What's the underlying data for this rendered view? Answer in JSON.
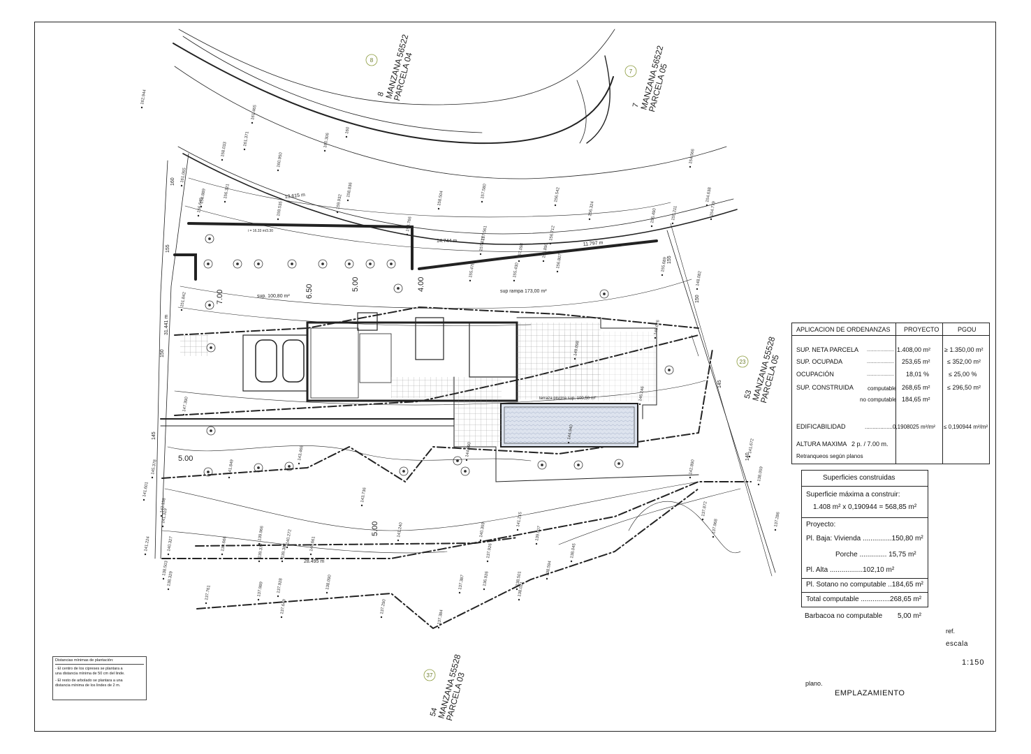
{
  "neighbors": [
    {
      "circle": "8",
      "number": "8",
      "manzana": "MANZANA 56522",
      "parcela": "PARCELA 04"
    },
    {
      "circle": "7",
      "number": "7",
      "manzana": "MANZANA 56522",
      "parcela": "PARCELA 05"
    },
    {
      "circle": "23",
      "number": "53",
      "manzana": "MANZANA 55528",
      "parcela": "PARCELA 05"
    },
    {
      "circle": "37",
      "number": "54",
      "manzana": "MANZANA 55528",
      "parcela": "PARCELA 03"
    }
  ],
  "plan_labels": {
    "sup_top": "sup. 100,80 m²",
    "sup_rampa": "sup rampa 173,00 m²",
    "terraza": "terraza piscina sup. 100,50 m²",
    "dims": [
      "7.00",
      "6.50",
      "5.00",
      "4.00",
      "5.00",
      "5.00"
    ],
    "lengths": [
      "13.615 m",
      "14.744 m",
      "11.797 m",
      "31.441 m",
      "28.495 m"
    ],
    "ramp_note": "i = 16.33 m/3.30",
    "contour_labels": [
      "160",
      "155",
      "150",
      "145",
      "140",
      "145",
      "150",
      "155"
    ]
  },
  "elevations": [
    "162.944",
    "161.465",
    "161.371",
    "160.950",
    "160.306",
    "160",
    "159.535",
    "158.889",
    "157.580",
    "157.561",
    "156.542",
    "155.478",
    "155.430",
    "156.324",
    "154.566",
    "154.638",
    "154.779",
    "156.645",
    "156.321",
    "161.065",
    "158.033",
    "159.932",
    "158.836",
    "158.766",
    "158.504",
    "157.877",
    "157.098",
    "156.712",
    "156.807",
    "156.890",
    "155.689",
    "155.490",
    "155.211",
    "151.842",
    "147.390",
    "143.466",
    "145.378",
    "141.849",
    "143.736",
    "141.240",
    "140.359",
    "140.661",
    "140.272",
    "140.327",
    "141.319",
    "142.158",
    "141.601",
    "141.224",
    "138.329",
    "138.503",
    "137.761",
    "137.989",
    "137.928",
    "137.649",
    "138.090",
    "137.387",
    "136.926",
    "138.501",
    "138.021",
    "137.384",
    "137.290",
    "138.594",
    "138.045",
    "138.059",
    "137.872",
    "137.968",
    "137.286",
    "141.215",
    "139.907",
    "139.377",
    "139.382",
    "139.966",
    "139.666",
    "141.672",
    "146.676",
    "148.082",
    "149.098",
    "144.940",
    "146.246",
    "144.990",
    "142.890",
    "137.926"
  ],
  "ordenanzas": {
    "headers": [
      "APLICACION DE ORDENANZAS",
      "PROYECTO",
      "PGOU"
    ],
    "rows": [
      {
        "label": "SUP. NETA PARCELA",
        "sub": "....................",
        "proyecto": "1.408,00 m²",
        "pgou": "≥ 1.350,00 m²"
      },
      {
        "label": "SUP. OCUPADA",
        "sub": "....................",
        "proyecto": "253,65 m²",
        "pgou": "≤ 352,00 m²"
      },
      {
        "label": "OCUPACIÓN",
        "sub": "....................",
        "proyecto": "18,01 %",
        "pgou": "≤ 25,00 %"
      },
      {
        "label": "SUP. CONSTRUIDA",
        "sub": "computable",
        "proyecto": "268,65 m²",
        "pgou": "≤ 296,50 m²"
      },
      {
        "label": "",
        "sub": "no computable",
        "proyecto": "184,65 m²",
        "pgou": ""
      }
    ],
    "edif_label": "EDIFICABILIDAD",
    "edif_proyecto": "..................0,1908025 m²/m²",
    "edif_pgou": "≤ 0,190944 m²/m²",
    "altura_label": "ALTURA MAXIMA",
    "altura_value": "2 p. / 7.00 m.",
    "retranqueos": "Retranqueos según planos"
  },
  "superficies": {
    "title": "Superficies construidas",
    "max_label": "Superficie máxima a construir:",
    "max_formula": "1.408 m² x 0,190944 = 568,85 m²",
    "proyecto_label": "Proyecto:",
    "rows": [
      {
        "label": "Pl. Baja:  Vivienda ...............150,80 m²"
      },
      {
        "label": "Porche  ..............  15,75 m²"
      },
      {
        "label": "Pl. Alta  .................102,10 m²"
      },
      {
        "label": "Pl. Sotano no computable ..184,65 m²"
      },
      {
        "label": "Total computable ...............268,65 m²"
      }
    ],
    "barbacoa": "Barbacoa no computable",
    "barbacoa_value": "5,00 m²"
  },
  "titleblock": {
    "ref_label": "ref.",
    "escala_label": "escala",
    "escala_value": "1:150",
    "plano_label": "plano.",
    "plano_value": "EMPLAZAMIENTO"
  },
  "note": {
    "title": "Distancias mínimas de plantación:",
    "line1a": "- El centro de los cipreses se plantara a",
    "line1b": "una distancia mínima de 50 cm del linde.",
    "line2a": "- El resto de arbolado se plantara a una",
    "line2b": "distancia mínima de los lindes de 2 m."
  }
}
